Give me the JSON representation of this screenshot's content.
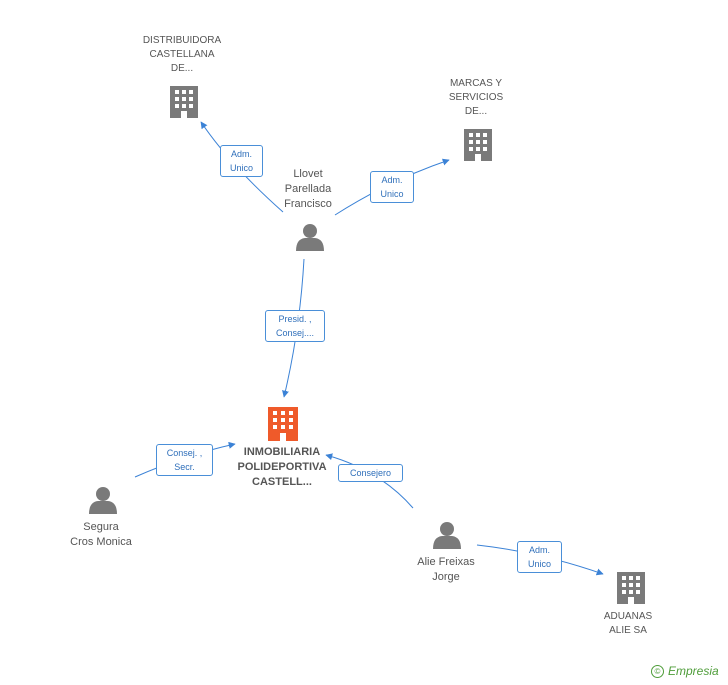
{
  "colors": {
    "edge": "#3b82d6",
    "person": "#7a7a7a",
    "company": "#7a7a7a",
    "focus_company": "#ef5a2a",
    "label_text": "#555555"
  },
  "nodes": {
    "distribuidora": {
      "kind": "company",
      "lines": [
        "DISTRIBUIDORA",
        "CASTELLANA",
        "DE..."
      ]
    },
    "marcas": {
      "kind": "company",
      "lines": [
        "MARCAS Y",
        "SERVICIOS",
        "DE..."
      ]
    },
    "llovet": {
      "kind": "person",
      "lines": [
        "Llovet",
        "Parellada",
        "Francisco"
      ]
    },
    "inmobiliaria": {
      "kind": "focus-company",
      "lines": [
        "INMOBILIARIA",
        "POLIDEPORTIVA",
        "CASTELL..."
      ]
    },
    "segura": {
      "kind": "person",
      "lines": [
        "Segura",
        "Cros Monica"
      ]
    },
    "alie": {
      "kind": "person",
      "lines": [
        "Alie Freixas",
        "Jorge"
      ]
    },
    "aduanas": {
      "kind": "company",
      "lines": [
        "ADUANAS",
        "ALIE SA"
      ]
    }
  },
  "edges": {
    "llovet_distribuidora": [
      "Adm.",
      "Unico"
    ],
    "llovet_marcas": [
      "Adm.",
      "Unico"
    ],
    "llovet_inmobiliaria": [
      "Presid. ,",
      "Consej...."
    ],
    "segura_inmobiliaria": [
      "Consej. ,",
      "Secr."
    ],
    "alie_inmobiliaria": [
      "Consejero"
    ],
    "alie_aduanas": [
      "Adm.",
      "Unico"
    ]
  },
  "footer": {
    "copyright_symbol": "©",
    "brand": "Empresia"
  }
}
